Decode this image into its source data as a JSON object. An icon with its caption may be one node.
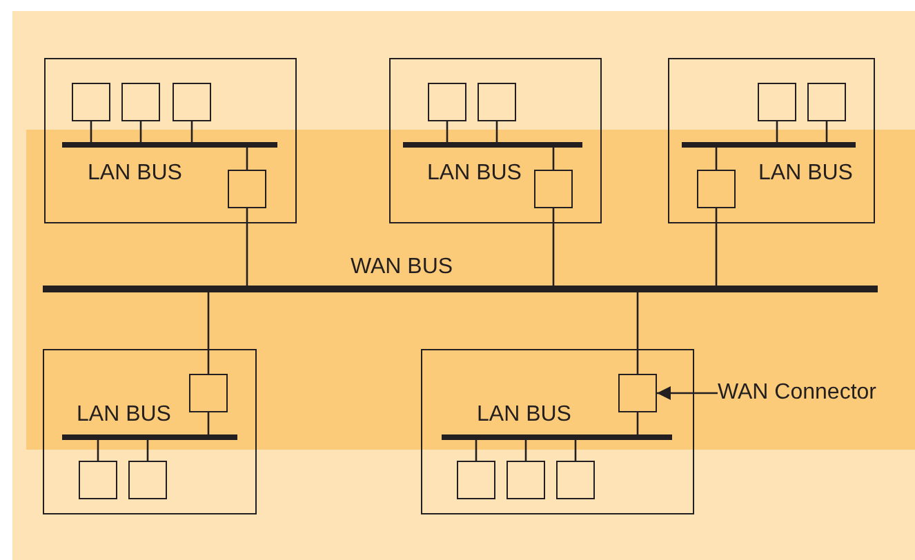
{
  "diagram": {
    "nodes": [
      {
        "text": [
          "LAN BUS"
        ]
      },
      {
        "text": [],
        "shape": "box",
        "in": 0
      },
      {
        "text": [],
        "shape": "box",
        "in": 0
      },
      {
        "text": [],
        "shape": "box",
        "in": 0
      },
      {
        "text": [],
        "shape": "bar",
        "in": 0
      },
      {
        "text": [],
        "shape": "box",
        "in": 0
      },
      {
        "text": [
          "LAN BUS"
        ]
      },
      {
        "text": [],
        "shape": "box",
        "in": 6
      },
      {
        "text": [],
        "shape": "box",
        "in": 6
      },
      {
        "text": [],
        "shape": "bar",
        "in": 6
      },
      {
        "text": [],
        "shape": "box",
        "in": 6
      },
      {
        "text": [
          "LAN BUS"
        ]
      },
      {
        "text": [],
        "shape": "box",
        "in": 11
      },
      {
        "text": [],
        "shape": "box",
        "in": 11
      },
      {
        "text": [],
        "shape": "bar",
        "in": 11
      },
      {
        "text": [],
        "shape": "box",
        "in": 11
      },
      {
        "text": [],
        "shape": "bar",
        "beside": [
          "WAN BUS"
        ]
      },
      {
        "text": [
          "LAN BUS"
        ]
      },
      {
        "text": [],
        "shape": "box",
        "in": 17
      },
      {
        "text": [],
        "shape": "bar",
        "in": 17
      },
      {
        "text": [],
        "shape": "box",
        "in": 17
      },
      {
        "text": [],
        "shape": "box",
        "in": 17
      },
      {
        "text": [
          "LAN BUS"
        ]
      },
      {
        "text": [],
        "shape": "box",
        "in": 22
      },
      {
        "text": [],
        "shape": "bar",
        "in": 22
      },
      {
        "text": [],
        "shape": "box",
        "in": 22
      },
      {
        "text": [],
        "shape": "box",
        "in": 22
      },
      {
        "text": [],
        "shape": "box",
        "in": 22
      },
      {
        "text": [
          "WAN Connector"
        ]
      }
    ],
    "edges": [
      {
        "from": 1,
        "to": 4,
        "arrow": "none"
      },
      {
        "from": 2,
        "to": 4,
        "arrow": "none"
      },
      {
        "from": 3,
        "to": 4,
        "arrow": "none"
      },
      {
        "from": 4,
        "to": 5,
        "arrow": "none"
      },
      {
        "from": 7,
        "to": 9,
        "arrow": "none"
      },
      {
        "from": 8,
        "to": 9,
        "arrow": "none"
      },
      {
        "from": 9,
        "to": 10,
        "arrow": "none"
      },
      {
        "from": 12,
        "to": 14,
        "arrow": "none"
      },
      {
        "from": 13,
        "to": 14,
        "arrow": "none"
      },
      {
        "from": 14,
        "to": 15,
        "arrow": "none"
      },
      {
        "from": 5,
        "to": 16,
        "arrow": "none"
      },
      {
        "from": 10,
        "to": 16,
        "arrow": "none"
      },
      {
        "from": 15,
        "to": 16,
        "arrow": "none"
      },
      {
        "from": 16,
        "to": 18,
        "arrow": "none"
      },
      {
        "from": 16,
        "to": 23,
        "arrow": "none"
      },
      {
        "from": 18,
        "to": 19,
        "arrow": "none"
      },
      {
        "from": 19,
        "to": 20,
        "arrow": "none"
      },
      {
        "from": 19,
        "to": 21,
        "arrow": "none"
      },
      {
        "from": 23,
        "to": 24,
        "arrow": "none"
      },
      {
        "from": 24,
        "to": 25,
        "arrow": "none"
      },
      {
        "from": 24,
        "to": 26,
        "arrow": "none"
      },
      {
        "from": 24,
        "to": 27,
        "arrow": "none"
      },
      {
        "from": 28,
        "to": 23,
        "arrow": "to"
      }
    ]
  }
}
